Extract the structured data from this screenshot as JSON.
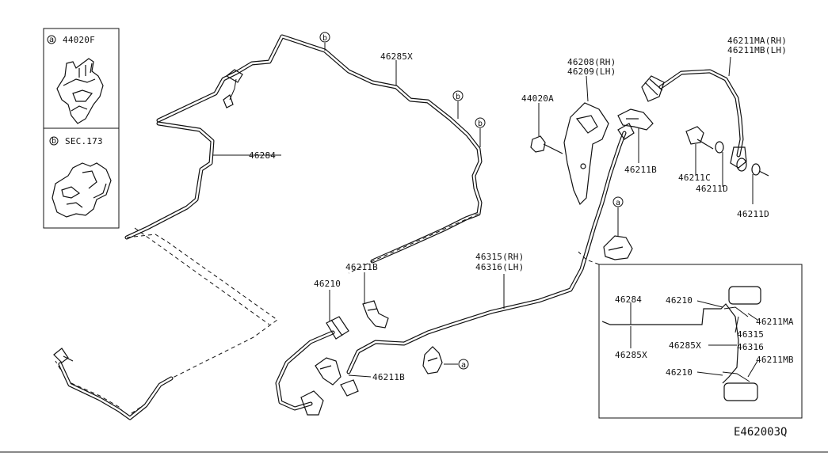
{
  "legend": {
    "a": {
      "marker": "a",
      "part_no": "44020F"
    },
    "b": {
      "marker": "b",
      "part_no": "SEC.173"
    }
  },
  "labels": {
    "p46285x": "46285X",
    "p46284": "46284",
    "p46208": "46208(RH)",
    "p46209": "46209(LH)",
    "p44020a": "44020A",
    "p46211ma": "46211MA(RH)",
    "p46211mb": "46211MB(LH)",
    "p46211b_top": "46211B",
    "p46211c": "46211C",
    "p46211d_1": "46211D",
    "p46211d_2": "46211D",
    "p46315": "46315(RH)",
    "p46316": "46316(LH)",
    "p46211b_mid": "46211B",
    "p46210": "46210",
    "p46211b_low": "46211B"
  },
  "markers": {
    "b1": "b",
    "b2": "b",
    "b3": "b",
    "a_mid": "a",
    "a_low": "a"
  },
  "inset": {
    "p46284": "46284",
    "p46285x": "46285X",
    "p46210_top": "46210",
    "p46211ma": "46211MA",
    "p46315": "46315",
    "p46285x_mid": "46285X",
    "p46316": "46316",
    "p46210_bot": "46210",
    "p46211mb": "46211MB"
  },
  "diagram_id": "E462003Q"
}
